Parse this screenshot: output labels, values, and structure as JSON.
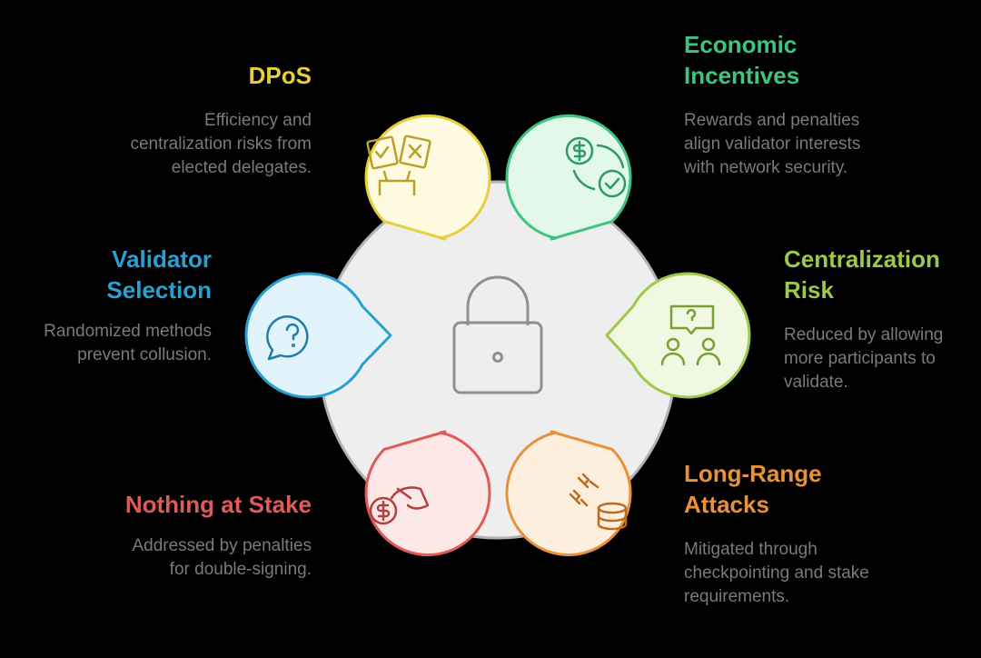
{
  "colors": {
    "background": "#000000",
    "description": "#7a7a7a",
    "center_fill": "#eeeeee",
    "center_stroke": "#b3b3b3",
    "dpos": "#e6cf3a",
    "economic": "#3ec47e",
    "centralization": "#9dc94a",
    "validator": "#2aa0d2",
    "nothing": "#e05a58",
    "longrange": "#e8913a"
  },
  "center": {
    "icon": "padlock-icon"
  },
  "items": {
    "dpos": {
      "title": [
        "DPoS"
      ],
      "description": [
        "Efficiency and",
        "centralization risks from",
        "elected delegates."
      ],
      "icon": "ballot-voting-icon"
    },
    "economic": {
      "title": [
        "Economic",
        "Incentives"
      ],
      "description": [
        "Rewards and penalties",
        "align validator interests",
        "with network security."
      ],
      "icon": "dollar-check-cycle-icon"
    },
    "centralization": {
      "title": [
        "Centralization",
        "Risk"
      ],
      "description": [
        "Reduced by allowing",
        "more participants to",
        "validate."
      ],
      "icon": "users-question-icon"
    },
    "validator": {
      "title": [
        "Validator",
        "Selection"
      ],
      "description": [
        "Randomized methods",
        "prevent collusion."
      ],
      "icon": "question-bubble-icon"
    },
    "nothing": {
      "title": [
        "Nothing at Stake"
      ],
      "description": [
        "Addressed by penalties",
        "for double-signing."
      ],
      "icon": "hand-coin-icon"
    },
    "longrange": {
      "title": [
        "Long-Range",
        "Attacks"
      ],
      "description": [
        "Mitigated through",
        "checkpointing and stake",
        "requirements."
      ],
      "icon": "darts-coins-icon"
    }
  }
}
